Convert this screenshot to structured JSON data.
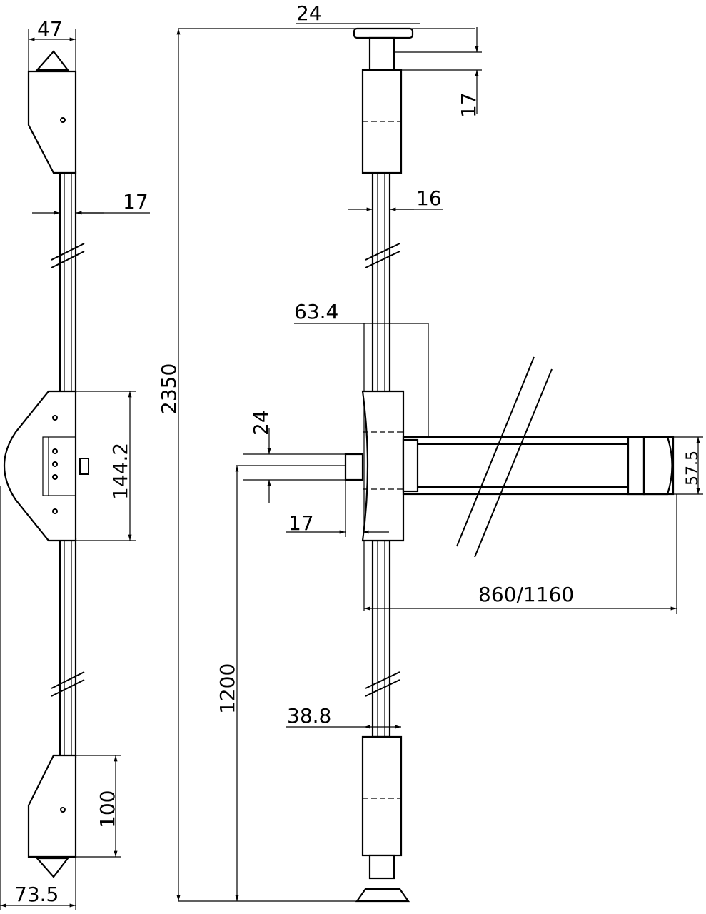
{
  "dimensions": {
    "side_width_top": "47",
    "side_rod": "17",
    "overall_height": "2350",
    "side_case_height": "144.2",
    "side_bottom_latch": "100",
    "side_depth": "73.5",
    "front_top_width": "24",
    "front_top_offset": "17",
    "front_rod": "16",
    "front_case_width": "63.4",
    "front_handle_offset": "24",
    "front_handle_depth": "17",
    "bar_height": "57.5",
    "bar_length": "860/1160",
    "handle_height": "1200",
    "front_bottom_width": "38.8"
  },
  "colors": {
    "line": "#000000",
    "background": "#ffffff"
  }
}
